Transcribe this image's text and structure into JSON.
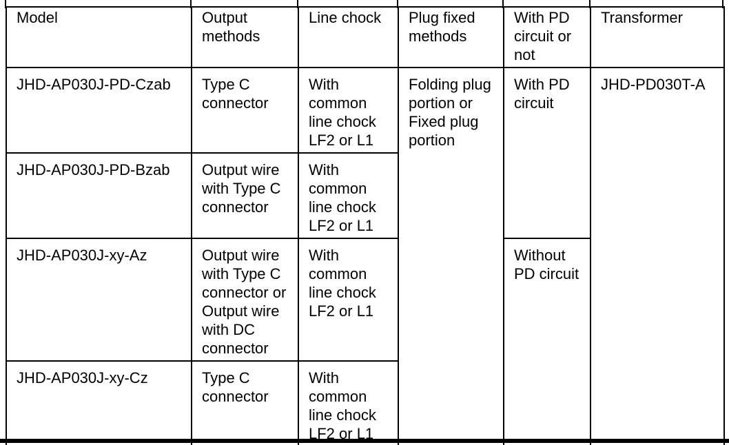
{
  "table": {
    "headers": {
      "model": [
        "Model"
      ],
      "output": [
        "Output",
        "methods"
      ],
      "chock": [
        "Line chock"
      ],
      "plug": [
        "Plug fixed",
        "methods"
      ],
      "pd": [
        "With PD",
        "circuit or",
        "not"
      ],
      "transformer": [
        "Transformer"
      ]
    },
    "rows": [
      {
        "model": [
          "JHD-AP030J-PD-Czab"
        ],
        "output": [
          "Type C",
          "connector"
        ],
        "chock": [
          "With",
          "common",
          "line chock",
          "LF2 or L1"
        ],
        "plug": [
          "Folding plug",
          "portion or",
          "Fixed plug",
          "portion"
        ],
        "pd": [
          "With PD",
          "circuit"
        ],
        "transformer": [
          "JHD-PD030T-A"
        ]
      },
      {
        "model": [
          "JHD-AP030J-PD-Bzab"
        ],
        "output": [
          "Output wire",
          "with Type C",
          "connector"
        ],
        "chock": [
          "With",
          "common",
          "line chock",
          "LF2 or L1"
        ]
      },
      {
        "model": [
          "JHD-AP030J-xy-Az"
        ],
        "output": [
          "Output wire",
          "with Type C",
          "connector or",
          "Output wire",
          "with DC",
          "connector"
        ],
        "chock": [
          "With",
          "common",
          "line chock",
          "LF2 or L1"
        ],
        "pd": [
          "Without",
          "PD circuit"
        ]
      },
      {
        "model": [
          "JHD-AP030J-xy-Cz"
        ],
        "output": [
          "Type C",
          "connector"
        ],
        "chock": [
          "With",
          "common",
          "line chock",
          "LF2 or L1"
        ]
      }
    ]
  },
  "colors": {
    "border": "#000000",
    "text": "#000000",
    "background": "#ffffff"
  }
}
